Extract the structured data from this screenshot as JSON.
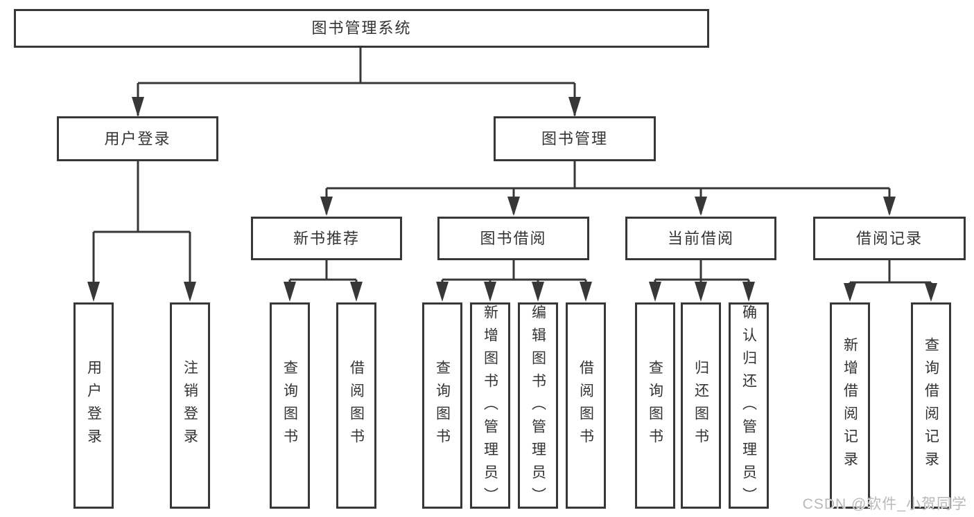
{
  "nodes": {
    "root": {
      "label": "图书管理系统"
    },
    "branches": [
      {
        "label": "用户登录"
      },
      {
        "label": "图书管理"
      }
    ],
    "sections": [
      {
        "label": "新书推荐"
      },
      {
        "label": "图书借阅"
      },
      {
        "label": "当前借阅"
      },
      {
        "label": "借阅记录"
      }
    ],
    "leaves": [
      {
        "label": "用户登录"
      },
      {
        "label": "注销登录"
      },
      {
        "label": "查询图书"
      },
      {
        "label": "借阅图书"
      },
      {
        "label": "查询图书"
      },
      {
        "label": "新增图书（管理员）"
      },
      {
        "label": "编辑图书（管理员）"
      },
      {
        "label": "借阅图书"
      },
      {
        "label": "查询图书"
      },
      {
        "label": "归还图书"
      },
      {
        "label": "确认归还（管理员）"
      },
      {
        "label": "新增借阅记录"
      },
      {
        "label": "查询借阅记录"
      }
    ]
  },
  "watermark": {
    "text": "CSDN @软件_小贺同学"
  },
  "colors": {
    "line": "#373737",
    "text": "#333333",
    "background": "#ffffff",
    "box_fill": "#ffffff",
    "watermark": "#b9b9b9"
  }
}
